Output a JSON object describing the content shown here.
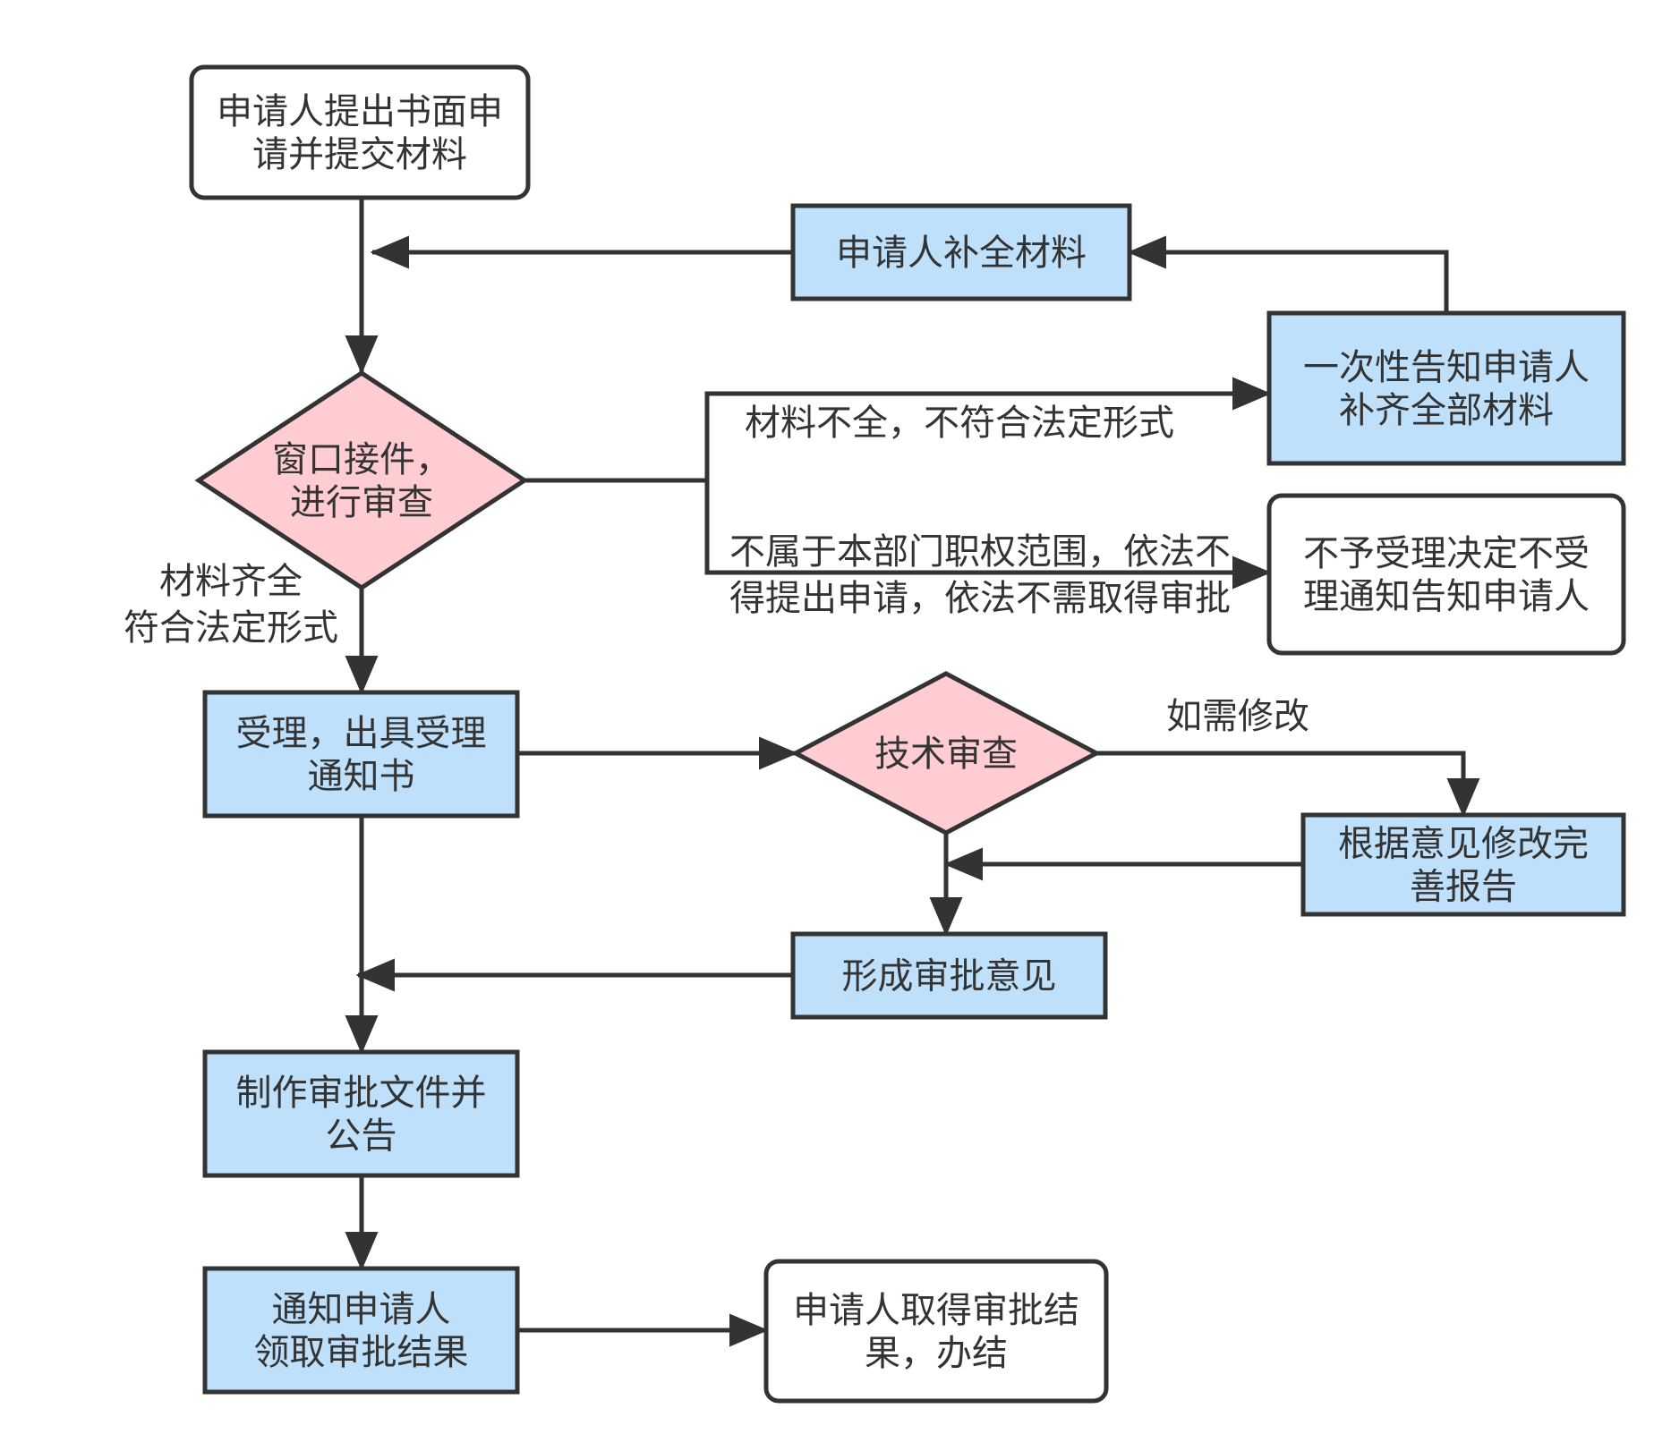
{
  "colors": {
    "blue_fill": "#bfe0fa",
    "pink_fill": "#ffccd2",
    "white_fill": "#ffffff",
    "stroke": "#333333",
    "text": "#333333"
  },
  "nodes": {
    "submit": {
      "shape": "rounded-rect",
      "fill": "white",
      "lines": [
        "申请人提出书面申",
        "请并提交材料"
      ]
    },
    "supplement": {
      "shape": "rect",
      "fill": "blue",
      "lines": [
        "申请人补全材料"
      ]
    },
    "notify_all": {
      "shape": "rect",
      "fill": "blue",
      "lines": [
        "一次性告知申请人",
        "补齐全部材料"
      ]
    },
    "window": {
      "shape": "diamond",
      "fill": "pink",
      "lines": [
        "窗口接件，",
        "进行审查"
      ]
    },
    "reject": {
      "shape": "rounded-rect",
      "fill": "white",
      "lines": [
        "不予受理决定不受",
        "理通知告知申请人"
      ]
    },
    "accept": {
      "shape": "rect",
      "fill": "blue",
      "lines": [
        "受理，出具受理",
        "通知书"
      ]
    },
    "tech": {
      "shape": "diamond",
      "fill": "pink",
      "lines": [
        "技术审查"
      ]
    },
    "revise": {
      "shape": "rect",
      "fill": "blue",
      "lines": [
        "根据意见修改完",
        "善报告"
      ]
    },
    "opinion": {
      "shape": "rect",
      "fill": "blue",
      "lines": [
        "形成审批意见"
      ]
    },
    "produce": {
      "shape": "rect",
      "fill": "blue",
      "lines": [
        "制作审批文件并",
        "公告"
      ]
    },
    "notify_get": {
      "shape": "rect",
      "fill": "blue",
      "lines": [
        "通知申请人",
        "领取审批结果"
      ]
    },
    "done": {
      "shape": "rounded-rect",
      "fill": "white",
      "lines": [
        "申请人取得审批结",
        "果，办结"
      ]
    }
  },
  "edge_labels": {
    "incomplete": [
      "材料不全，不符合法定形式"
    ],
    "out_of_scope": [
      "不属于本部门职权范围，依法不",
      "得提出申请，依法不需取得审批"
    ],
    "complete": [
      "材料齐全",
      "符合法定形式"
    ],
    "need_revise": [
      "如需修改"
    ]
  }
}
